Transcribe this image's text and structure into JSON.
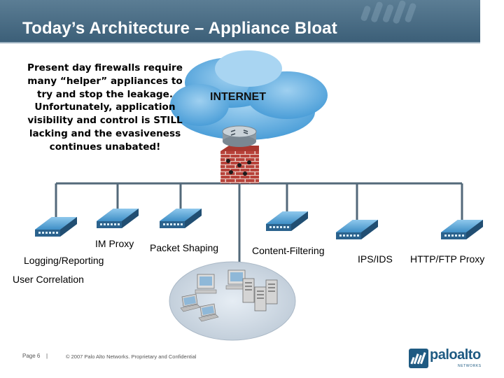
{
  "slide": {
    "title": "Today’s Architecture – Appliance Bloat",
    "callout": "Present day firewalls require many “helper” appliances to try and stop the leakage. Unfortunately, application visibility and control is STILL lacking and the evasiveness continues unabated!"
  },
  "diagram": {
    "cloud_label": "INTERNET",
    "appliances": [
      {
        "label": "Logging/Reporting"
      },
      {
        "label": "User Correlation"
      },
      {
        "label": "IM Proxy"
      },
      {
        "label": "Packet Shaping"
      },
      {
        "label": "Content-Filtering"
      },
      {
        "label": "IPS/IDS"
      },
      {
        "label": "HTTP/FTP Proxy"
      }
    ],
    "icons": [
      "cloud-icon",
      "router-icon",
      "firewall-icon",
      "appliance-icon",
      "computer-icon",
      "laptop-icon",
      "server-icon"
    ]
  },
  "footer": {
    "page": "Page 6",
    "separator": "|",
    "copyright": "© 2007 Palo Alto Networks. Proprietary and Confidential",
    "logo_text": "paloalto",
    "logo_sub": "NETWORKS"
  },
  "colors": {
    "header": "#3c5f78",
    "cloud": "#5aa9de",
    "firewall": "#b8423a",
    "appliance": "#4a98cf",
    "network_line": "#53697a"
  }
}
